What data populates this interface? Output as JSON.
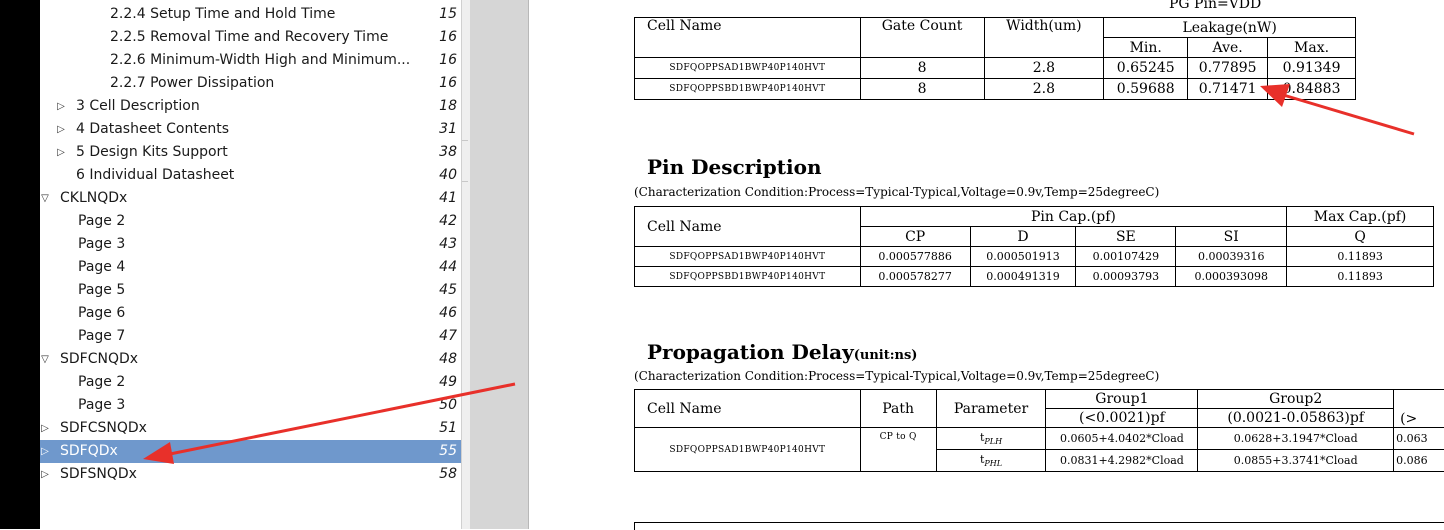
{
  "outline": {
    "items": [
      {
        "label": "2.2.4 Setup Time and Hold Time",
        "page": "15",
        "arrow": ""
      },
      {
        "label": "2.2.5 Removal Time and Recovery Time",
        "page": "16",
        "arrow": ""
      },
      {
        "label": "2.2.6 Minimum-Width High and Minimum...",
        "page": "16",
        "arrow": ""
      },
      {
        "label": "2.2.7 Power Dissipation",
        "page": "16",
        "arrow": ""
      },
      {
        "label": "3 Cell Description",
        "page": "18",
        "arrow": "▷"
      },
      {
        "label": "4 Datasheet Contents",
        "page": "31",
        "arrow": "▷"
      },
      {
        "label": "5 Design Kits Support",
        "page": "38",
        "arrow": "▷"
      },
      {
        "label": "6  Individual Datasheet",
        "page": "40",
        "arrow": ""
      },
      {
        "label": "CKLNQDx",
        "page": "41",
        "arrow": "▽"
      },
      {
        "label": "Page 2",
        "page": "42",
        "arrow": ""
      },
      {
        "label": "Page 3",
        "page": "43",
        "arrow": ""
      },
      {
        "label": "Page 4",
        "page": "44",
        "arrow": ""
      },
      {
        "label": "Page 5",
        "page": "45",
        "arrow": ""
      },
      {
        "label": "Page 6",
        "page": "46",
        "arrow": ""
      },
      {
        "label": "Page 7",
        "page": "47",
        "arrow": ""
      },
      {
        "label": "SDFCNQDx",
        "page": "48",
        "arrow": "▽"
      },
      {
        "label": "Page 2",
        "page": "49",
        "arrow": ""
      },
      {
        "label": "Page 3",
        "page": "50",
        "arrow": ""
      },
      {
        "label": "SDFCSNQDx",
        "page": "51",
        "arrow": "▷"
      },
      {
        "label": "SDFQDx",
        "page": "55",
        "arrow": "▷",
        "selected": true
      },
      {
        "label": "SDFSNQDx",
        "page": "58",
        "arrow": "▷"
      }
    ]
  },
  "leakage": {
    "pg_pin": "PG Pin=VDD",
    "headers": {
      "cell": "Cell Name",
      "gate": "Gate Count",
      "width": "Width(um)",
      "leak": "Leakage(nW)",
      "min": "Min.",
      "ave": "Ave.",
      "max": "Max."
    },
    "rows": [
      {
        "cell": "SDFQOPPSAD1BWP40P140HVT",
        "gate": "8",
        "width": "2.8",
        "min": "0.65245",
        "ave": "0.77895",
        "max": "0.91349"
      },
      {
        "cell": "SDFQOPPSBD1BWP40P140HVT",
        "gate": "8",
        "width": "2.8",
        "min": "0.59688",
        "ave": "0.71471",
        "max": "0.84883"
      }
    ]
  },
  "pin": {
    "title": "Pin Description",
    "condition": "(Characterization Condition:Process=Typical-Typical,Voltage=0.9v,Temp=25degreeC)",
    "headers": {
      "cell": "Cell Name",
      "pincap": "Pin Cap.(pf)",
      "maxcap": "Max Cap.(pf)",
      "cp": "CP",
      "d": "D",
      "se": "SE",
      "si": "SI",
      "q": "Q"
    },
    "rows": [
      {
        "cell": "SDFQOPPSAD1BWP40P140HVT",
        "cp": "0.000577886",
        "d": "0.000501913",
        "se": "0.00107429",
        "si": "0.00039316",
        "q": "0.11893"
      },
      {
        "cell": "SDFQOPPSBD1BWP40P140HVT",
        "cp": "0.000578277",
        "d": "0.000491319",
        "se": "0.00093793",
        "si": "0.000393098",
        "q": "0.11893"
      }
    ]
  },
  "delay": {
    "title": "Propagation Delay",
    "unit": "(unit:ns)",
    "condition": "(Characterization Condition:Process=Typical-Typical,Voltage=0.9v,Temp=25degreeC)",
    "headers": {
      "cell": "Cell Name",
      "path": "Path",
      "param": "Parameter",
      "g1": "Group1",
      "g1r": "(<0.0021)pf",
      "g2": "Group2",
      "g2r": "(0.0021-0.05863)pf",
      "g3r": "(>"
    },
    "cell": "SDFQOPPSAD1BWP40P140HVT",
    "path": "CP to Q",
    "rows": [
      {
        "param_base": "t",
        "param_sub": "PLH",
        "g1": "0.0605+4.0402*Cload",
        "g2": "0.0628+3.1947*Cload",
        "g3": "0.063"
      },
      {
        "param_base": "t",
        "param_sub": "PHL",
        "g1": "0.0831+4.2982*Cload",
        "g2": "0.0855+3.3741*Cload",
        "g3": "0.086"
      }
    ]
  },
  "colors": {
    "selection": "#6f98cc",
    "annotation_arrow": "#e8302a",
    "gutter": "#d6d6d6"
  }
}
